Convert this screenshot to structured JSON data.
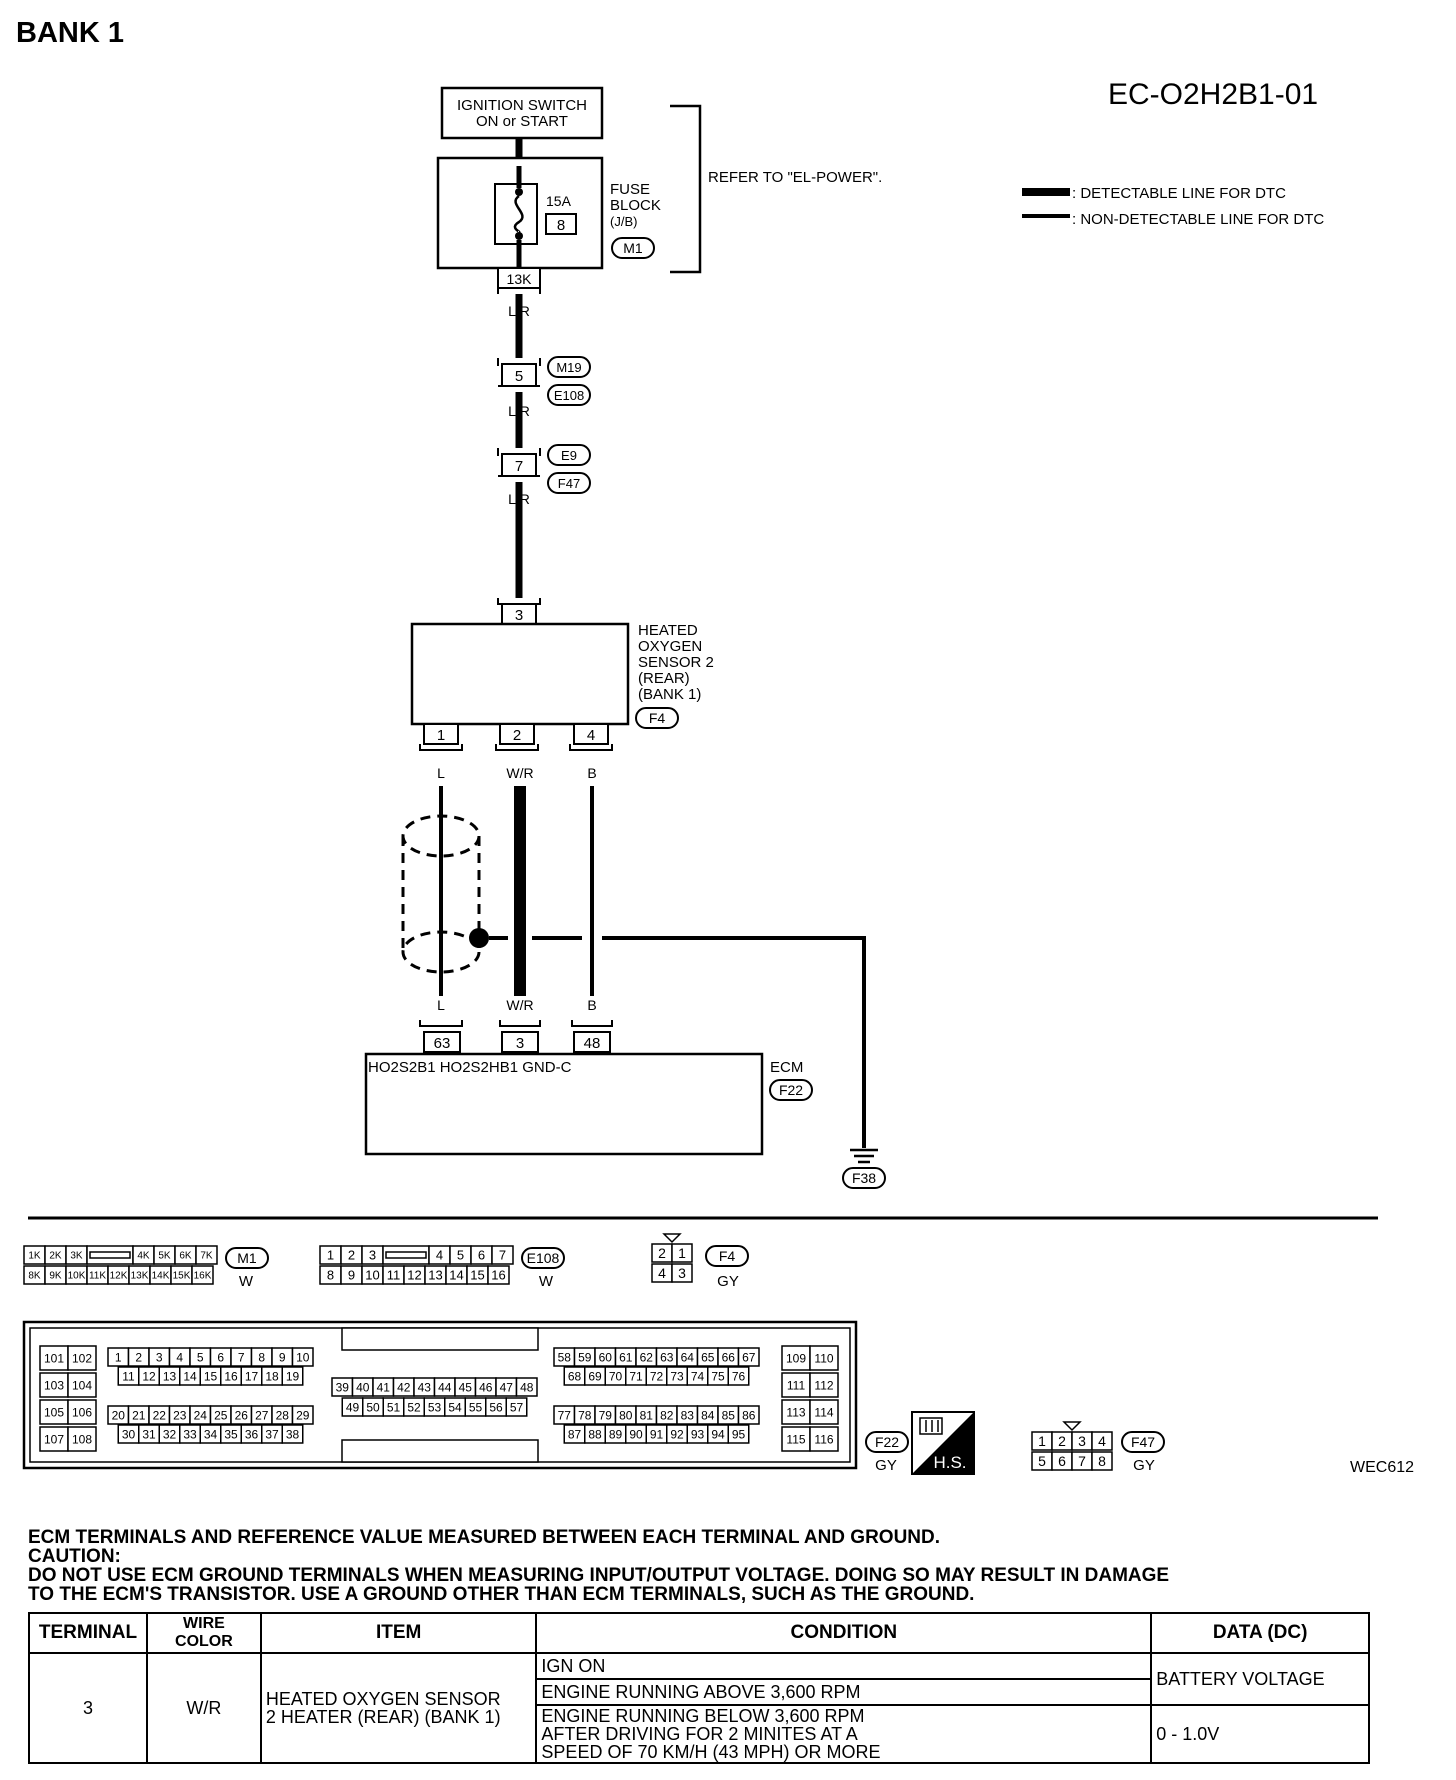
{
  "page": {
    "bank_title": "BANK 1",
    "diagram_code": "EC-O2H2B1-01",
    "figure_code": "WEC612"
  },
  "legend": {
    "detectable": ": DETECTABLE LINE FOR DTC",
    "non_detectable": ": NON-DETECTABLE LINE FOR DTC"
  },
  "components": {
    "ignition_switch": [
      "IGNITION SWITCH",
      "ON or START"
    ],
    "fuse_block": {
      "label": [
        "FUSE",
        "BLOCK",
        "(J/B)"
      ],
      "connector": "M1",
      "fuse_rating": "15A",
      "fuse_number": "8",
      "terminal": "13K"
    },
    "refer_note": "REFER TO \"EL-POWER\".",
    "wire_top": "L/R",
    "joint1": {
      "terminal": "5",
      "connectors": [
        "M19",
        "E108"
      ],
      "wire": "L/R"
    },
    "joint2": {
      "terminal": "7",
      "connectors": [
        "E9",
        "F47"
      ],
      "wire": "L/R"
    },
    "sensor": {
      "label": [
        "HEATED",
        "OXYGEN",
        "SENSOR 2",
        "(REAR)",
        "(BANK 1)"
      ],
      "connector": "F4",
      "top_terminal": "3",
      "bottom_terminals": [
        "1",
        "2",
        "4"
      ],
      "wires": [
        "L",
        "W/R",
        "B"
      ]
    },
    "ecm": {
      "label": "ECM",
      "connector": "F22",
      "terminals": [
        "63",
        "3",
        "48"
      ],
      "wires": [
        "L",
        "W/R",
        "B"
      ],
      "signal_names": "HO2S2B1 HO2S2HB1 GND-C"
    },
    "ground": "F38"
  },
  "connector_views": {
    "m1": {
      "id": "M1",
      "color": "W",
      "row1": [
        "1K",
        "2K",
        "3K",
        "",
        "4K",
        "5K",
        "6K",
        "7K"
      ],
      "row2": [
        "8K",
        "9K",
        "10K",
        "11K",
        "12K",
        "13K",
        "14K",
        "15K",
        "16K"
      ]
    },
    "e108": {
      "id": "E108",
      "color": "W",
      "row1": [
        "1",
        "2",
        "3",
        "",
        "4",
        "5",
        "6",
        "7"
      ],
      "row2": [
        "8",
        "9",
        "10",
        "11",
        "12",
        "13",
        "14",
        "15",
        "16"
      ]
    },
    "f4": {
      "id": "F4",
      "color": "GY",
      "row1": [
        "2",
        "1"
      ],
      "row2": [
        "4",
        "3"
      ]
    },
    "f22": {
      "id": "F22",
      "color": "GY",
      "left_pairs": [
        [
          "101",
          "102"
        ],
        [
          "103",
          "104"
        ],
        [
          "105",
          "106"
        ],
        [
          "107",
          "108"
        ]
      ],
      "blockA": [
        [
          "1",
          "2",
          "3",
          "4",
          "5",
          "6",
          "7",
          "8",
          "9",
          "10"
        ],
        [
          "11",
          "12",
          "13",
          "14",
          "15",
          "16",
          "17",
          "18",
          "19"
        ],
        [
          "20",
          "21",
          "22",
          "23",
          "24",
          "25",
          "26",
          "27",
          "28",
          "29"
        ],
        [
          "30",
          "31",
          "32",
          "33",
          "34",
          "35",
          "36",
          "37",
          "38"
        ]
      ],
      "blockB": [
        [
          "39",
          "40",
          "41",
          "42",
          "43",
          "44",
          "45",
          "46",
          "47",
          "48"
        ],
        [
          "49",
          "50",
          "51",
          "52",
          "53",
          "54",
          "55",
          "56",
          "57"
        ]
      ],
      "blockC": [
        [
          "58",
          "59",
          "60",
          "61",
          "62",
          "63",
          "64",
          "65",
          "66",
          "67"
        ],
        [
          "68",
          "69",
          "70",
          "71",
          "72",
          "73",
          "74",
          "75",
          "76"
        ],
        [
          "77",
          "78",
          "79",
          "80",
          "81",
          "82",
          "83",
          "84",
          "85",
          "86"
        ],
        [
          "87",
          "88",
          "89",
          "90",
          "91",
          "92",
          "93",
          "94",
          "95"
        ]
      ],
      "right_pairs": [
        [
          "109",
          "110"
        ],
        [
          "111",
          "112"
        ],
        [
          "113",
          "114"
        ],
        [
          "115",
          "116"
        ]
      ]
    },
    "hs_label": "H.S.",
    "f47": {
      "id": "F47",
      "color": "GY",
      "row1": [
        "1",
        "2",
        "3",
        "4"
      ],
      "row2": [
        "5",
        "6",
        "7",
        "8"
      ]
    }
  },
  "notes": {
    "title": "ECM TERMINALS AND REFERENCE VALUE MEASURED BETWEEN EACH TERMINAL AND GROUND.",
    "caution": "CAUTION:",
    "line1": "DO NOT USE ECM GROUND TERMINALS WHEN MEASURING INPUT/OUTPUT VOLTAGE. DOING SO MAY RESULT IN DAMAGE",
    "line2": "TO THE ECM'S TRANSISTOR. USE A GROUND OTHER THAN ECM TERMINALS, SUCH AS THE GROUND."
  },
  "table": {
    "headers": [
      "TERMINAL",
      "WIRE COLOR",
      "ITEM",
      "CONDITION",
      "DATA (DC)"
    ],
    "terminal": "3",
    "wire_color": "W/R",
    "item": [
      "HEATED OXYGEN SENSOR",
      "2 HEATER (REAR) (BANK 1)"
    ],
    "conditions": {
      "c1": "IGN ON",
      "c2": "ENGINE RUNNING ABOVE 3,600 RPM",
      "c3": [
        "ENGINE RUNNING BELOW 3,600 RPM",
        "AFTER DRIVING FOR 2 MINITES AT A",
        "SPEED OF 70 KM/H (43 MPH) OR MORE"
      ]
    },
    "data": {
      "d1": "BATTERY VOLTAGE",
      "d2": "0 - 1.0V"
    }
  }
}
